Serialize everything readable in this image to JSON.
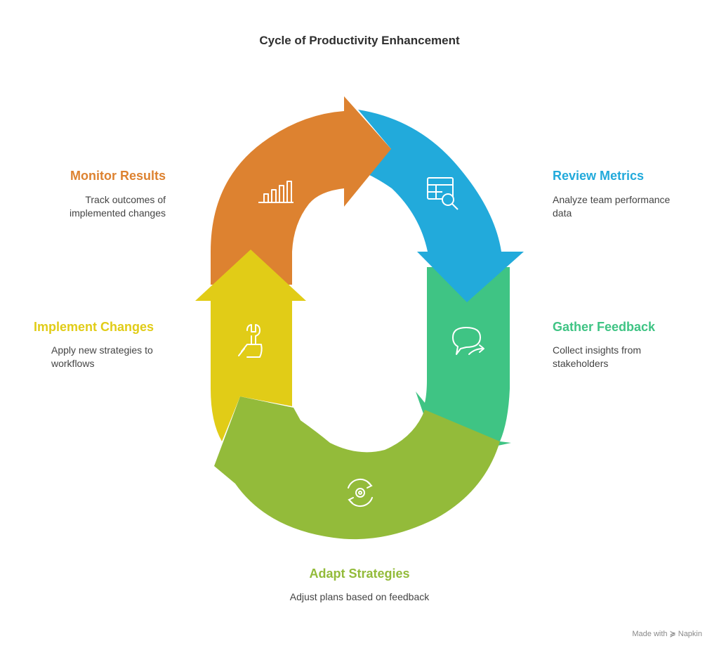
{
  "title": "Cycle of Productivity Enhancement",
  "steps": [
    {
      "title": "Monitor Results",
      "desc": "Track outcomes of implemented changes",
      "color": "#dd8230",
      "icon": "bar-chart-icon"
    },
    {
      "title": "Review Metrics",
      "desc": "Analyze team performance data",
      "color": "#22aadb",
      "icon": "table-search-icon"
    },
    {
      "title": "Gather Feedback",
      "desc": "Collect insights from stakeholders",
      "color": "#3fc484",
      "icon": "chat-reply-icon"
    },
    {
      "title": "Adapt Strategies",
      "desc": "Adjust plans based on feedback",
      "color": "#93bb3a",
      "icon": "gear-cycle-icon"
    },
    {
      "title": "Implement Changes",
      "desc": "Apply new strategies to workflows",
      "color": "#e1cc17",
      "icon": "hand-wrench-icon"
    }
  ],
  "footer": {
    "made_with": "Made with",
    "brand": "Napkin"
  }
}
